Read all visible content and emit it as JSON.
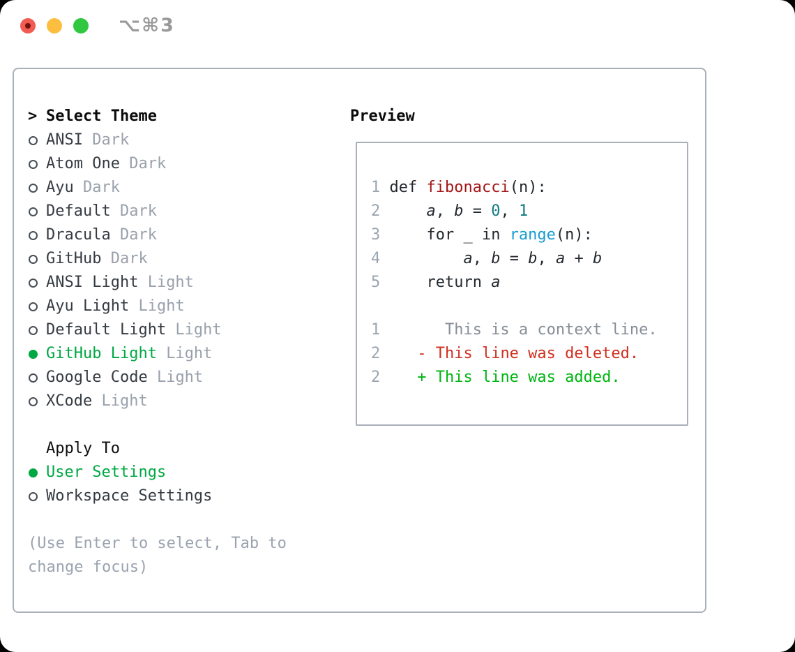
{
  "window": {
    "title": "⌥⌘3",
    "traffic_lights": [
      "close",
      "minimize",
      "zoom"
    ]
  },
  "colors": {
    "accent_green": "#00a843",
    "added_green": "#00b512",
    "deleted_red": "#cf2f1f",
    "function_red": "#a31515",
    "builtin_blue": "#189bd1",
    "number_teal": "#0f7b80",
    "muted_gray": "#99a1ac",
    "border_gray": "#a9b0ba"
  },
  "panel": {
    "theme_menu": {
      "header_marker": ">",
      "title": "Select Theme",
      "items": [
        {
          "name": "ANSI",
          "variant": "Dark",
          "selected": false
        },
        {
          "name": "Atom One",
          "variant": "Dark",
          "selected": false
        },
        {
          "name": "Ayu",
          "variant": "Dark",
          "selected": false
        },
        {
          "name": "Default",
          "variant": "Dark",
          "selected": false
        },
        {
          "name": "Dracula",
          "variant": "Dark",
          "selected": false
        },
        {
          "name": "GitHub",
          "variant": "Dark",
          "selected": false
        },
        {
          "name": "ANSI Light",
          "variant": "Light",
          "selected": false
        },
        {
          "name": "Ayu Light",
          "variant": "Light",
          "selected": false
        },
        {
          "name": "Default Light",
          "variant": "Light",
          "selected": false
        },
        {
          "name": "GitHub Light",
          "variant": "Light",
          "selected": true
        },
        {
          "name": "Google Code",
          "variant": "Light",
          "selected": false
        },
        {
          "name": "XCode",
          "variant": "Light",
          "selected": false
        }
      ]
    },
    "apply_to": {
      "label": "Apply To",
      "options": [
        {
          "label": "User Settings",
          "selected": true
        },
        {
          "label": "Workspace Settings",
          "selected": false
        }
      ]
    },
    "help": [
      "(Use Enter to select, Tab to",
      "change focus)"
    ],
    "preview": {
      "title": "Preview",
      "lines": [
        [
          {
            "t": "1 ",
            "s": "ln"
          },
          {
            "t": "def ",
            "s": "pl"
          },
          {
            "t": "fibonacci",
            "s": "fn"
          },
          {
            "t": "(n):",
            "s": "pl"
          }
        ],
        [
          {
            "t": "2 ",
            "s": "ln"
          },
          {
            "t": "    ",
            "s": "pl"
          },
          {
            "t": "a",
            "s": "var"
          },
          {
            "t": ", ",
            "s": "pl"
          },
          {
            "t": "b",
            "s": "var"
          },
          {
            "t": " = ",
            "s": "pl"
          },
          {
            "t": "0",
            "s": "num"
          },
          {
            "t": ", ",
            "s": "pl"
          },
          {
            "t": "1",
            "s": "num"
          }
        ],
        [
          {
            "t": "3 ",
            "s": "ln"
          },
          {
            "t": "    for _ in ",
            "s": "pl"
          },
          {
            "t": "range",
            "s": "bi"
          },
          {
            "t": "(n):",
            "s": "pl"
          }
        ],
        [
          {
            "t": "4 ",
            "s": "ln"
          },
          {
            "t": "        ",
            "s": "pl"
          },
          {
            "t": "a",
            "s": "var"
          },
          {
            "t": ", ",
            "s": "pl"
          },
          {
            "t": "b",
            "s": "var"
          },
          {
            "t": " = ",
            "s": "pl"
          },
          {
            "t": "b",
            "s": "var"
          },
          {
            "t": ", ",
            "s": "pl"
          },
          {
            "t": "a",
            "s": "var"
          },
          {
            "t": " + ",
            "s": "pl"
          },
          {
            "t": "b",
            "s": "var"
          }
        ],
        [
          {
            "t": "5 ",
            "s": "ln"
          },
          {
            "t": "    return ",
            "s": "pl"
          },
          {
            "t": "a",
            "s": "var"
          }
        ],
        [],
        [
          {
            "t": "1",
            "s": "ln"
          },
          {
            "t": "       This is a context line.",
            "s": "ctx"
          }
        ],
        [
          {
            "t": "2",
            "s": "ln"
          },
          {
            "t": "    ",
            "s": "pl"
          },
          {
            "t": "- This line was deleted.",
            "s": "del"
          }
        ],
        [
          {
            "t": "2",
            "s": "ln"
          },
          {
            "t": "    ",
            "s": "pl"
          },
          {
            "t": "+ This line was added.",
            "s": "add"
          }
        ]
      ]
    }
  }
}
